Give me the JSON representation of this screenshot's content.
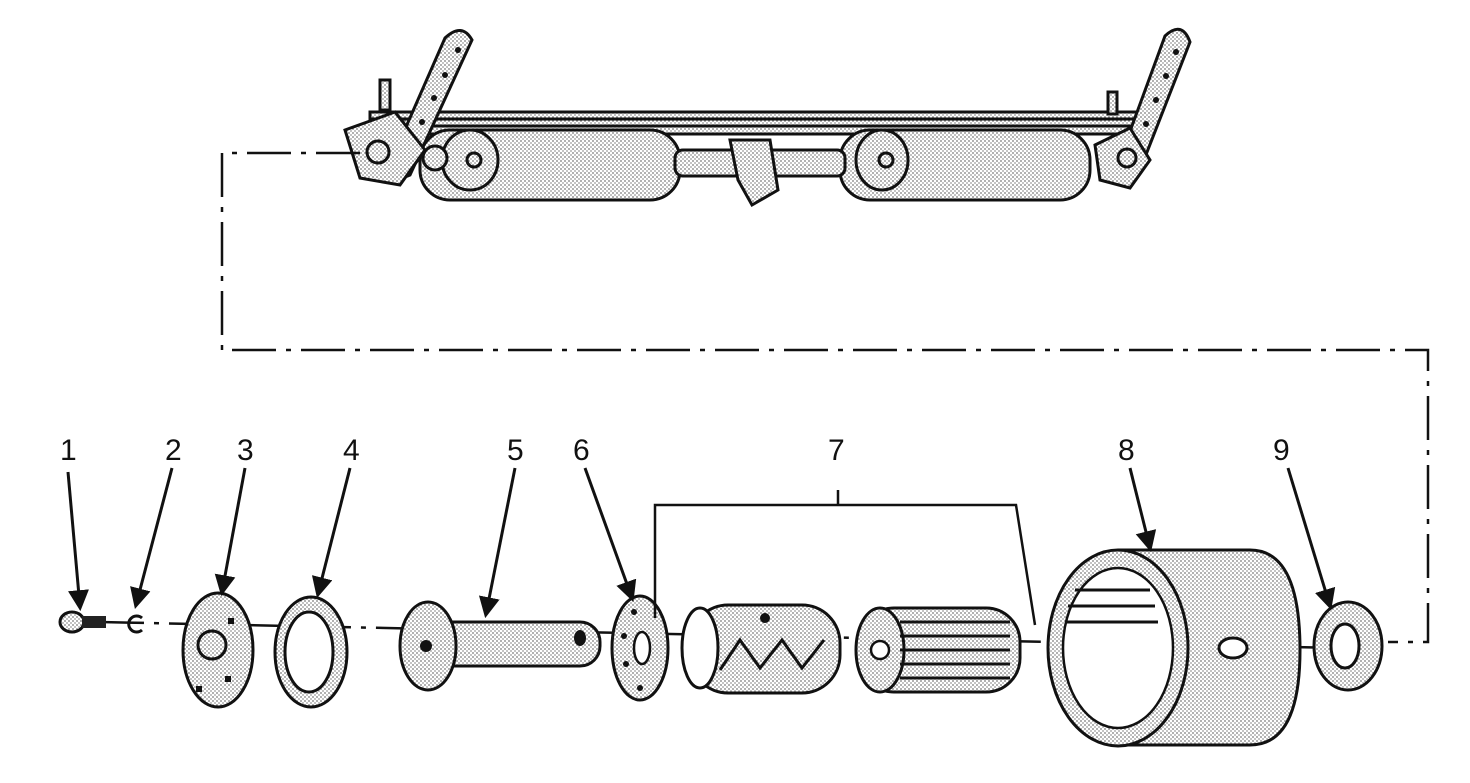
{
  "colors": {
    "ink": "#111111",
    "paper": "#ffffff",
    "stipple": "#7a7a7a"
  },
  "labels": {
    "p1": "1",
    "p2": "2",
    "p3": "3",
    "p4": "4",
    "p5": "5",
    "p6": "6",
    "p7": "7",
    "p8": "8",
    "p9": "9"
  }
}
